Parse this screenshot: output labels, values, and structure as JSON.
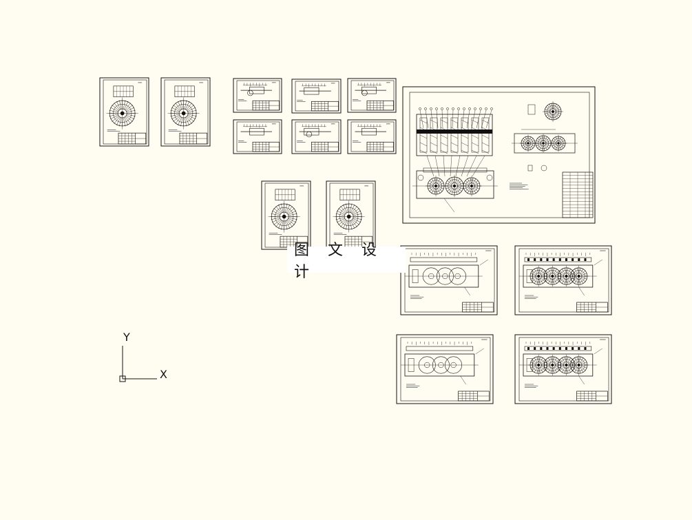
{
  "watermark": {
    "text": "图 文 设 计"
  },
  "ucs": {
    "x_label": "X",
    "y_label": "Y"
  },
  "colors": {
    "background": "#fffdf2",
    "line": "#111111"
  },
  "sheets": [
    {
      "id": "sheet-1",
      "kind": "portrait-gear"
    },
    {
      "id": "sheet-2",
      "kind": "portrait-gear"
    },
    {
      "id": "sheet-3",
      "kind": "small-part"
    },
    {
      "id": "sheet-4",
      "kind": "small-part"
    },
    {
      "id": "sheet-5",
      "kind": "small-part"
    },
    {
      "id": "sheet-6",
      "kind": "small-part"
    },
    {
      "id": "sheet-7",
      "kind": "small-part"
    },
    {
      "id": "sheet-8",
      "kind": "small-part"
    },
    {
      "id": "sheet-9",
      "kind": "portrait-gear"
    },
    {
      "id": "sheet-10",
      "kind": "portrait-gear"
    },
    {
      "id": "sheet-11",
      "kind": "assembly"
    },
    {
      "id": "sheet-12",
      "kind": "housing"
    },
    {
      "id": "sheet-13",
      "kind": "housing"
    },
    {
      "id": "sheet-14",
      "kind": "housing"
    },
    {
      "id": "sheet-15",
      "kind": "housing"
    }
  ]
}
